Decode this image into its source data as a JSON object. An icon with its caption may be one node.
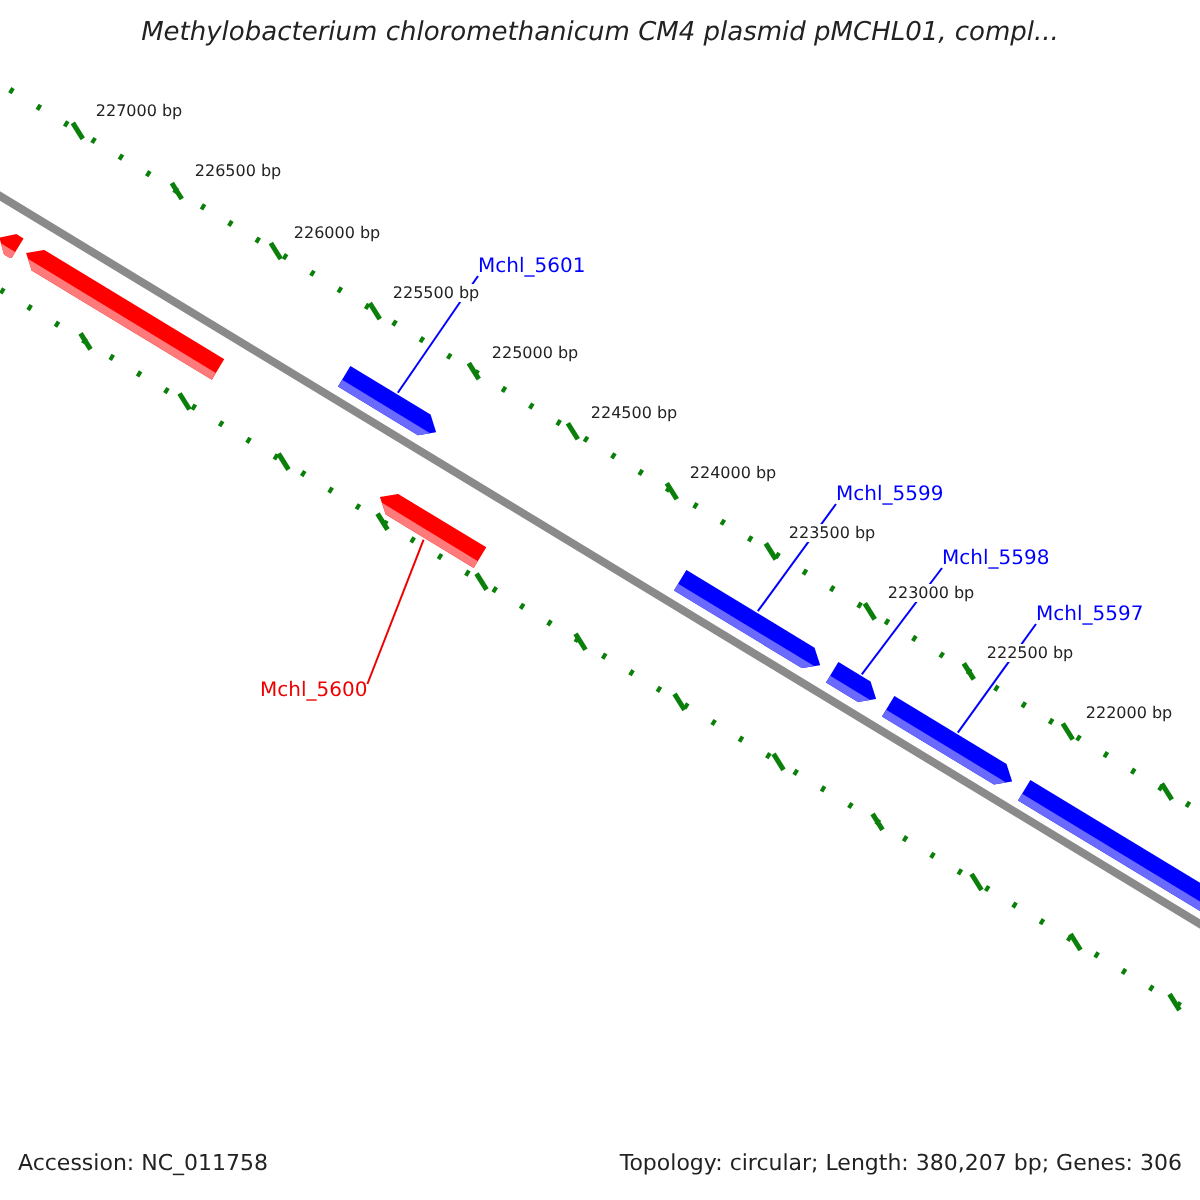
{
  "diagram": {
    "title": "Methylobacterium chloromethanicum CM4 plasmid pMCHL01, compl...",
    "nodes": [
      {
        "text": [
          "Mchl_5601"
        ]
      },
      {
        "text": [
          "Mchl_5600"
        ]
      },
      {
        "text": [
          "Mchl_5599"
        ]
      },
      {
        "text": [
          "Mchl_5598"
        ]
      },
      {
        "text": [
          "Mchl_5597"
        ]
      },
      {
        "text": [],
        "shape": "bar"
      },
      {
        "text": [],
        "shape": "bar"
      },
      {
        "text": [],
        "shape": "bar"
      },
      {
        "text": [],
        "shape": "bar"
      },
      {
        "text": [],
        "shape": "bar"
      },
      {
        "text": [],
        "shape": "bar"
      },
      {
        "text": [],
        "shape": "bar"
      },
      {
        "text": [],
        "shape": "bar"
      }
    ],
    "edges": [
      {
        "from": 0,
        "to": 7,
        "arrow": "none"
      },
      {
        "from": 1,
        "to": 8,
        "arrow": "none",
        "color": "#ee0000"
      },
      {
        "from": 2,
        "to": 9,
        "arrow": "none"
      },
      {
        "from": 3,
        "to": 10,
        "arrow": "none"
      },
      {
        "from": 4,
        "to": 11,
        "arrow": "none"
      }
    ],
    "labels": [
      "227000 bp",
      "226500 bp",
      "226000 bp",
      "225500 bp",
      "225000 bp",
      "224500 bp",
      "224000 bp",
      "223500 bp",
      "223000 bp",
      "222500 bp",
      "222000 bp",
      "Accession: NC_011758",
      "Topology: circular; Length: 380,207 bp; Genes: 306"
    ]
  }
}
